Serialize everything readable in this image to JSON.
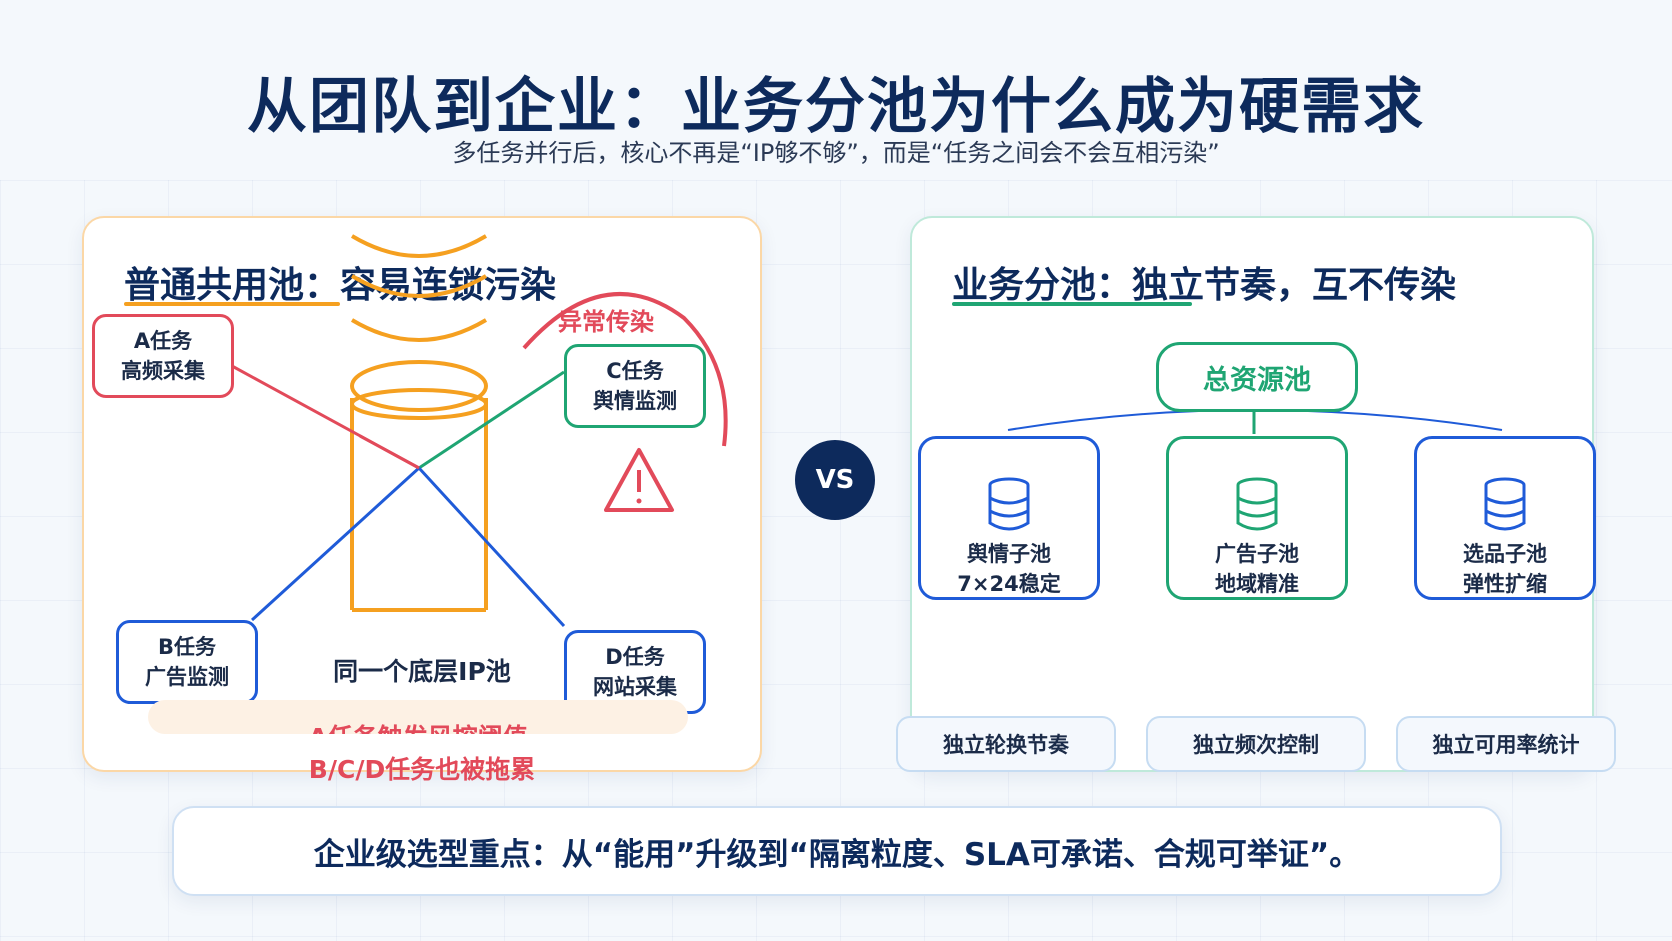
{
  "title": "从团队到企业：业务分池为什么成为硬需求",
  "subtitle": "多任务并行后，核心不再是“IP够不够”，而是“任务之间会不会互相污染”",
  "left_panel": {
    "heading": "普通共用池：容易连锁污染",
    "warning_label": "异常传染",
    "pool_label": "同一个底层IP池",
    "tasks": [
      {
        "name": "A任务",
        "desc": "高频采集"
      },
      {
        "name": "C任务",
        "desc": "舆情监测"
      },
      {
        "name": "B任务",
        "desc": "广告监测"
      },
      {
        "name": "D任务",
        "desc": "网站采集"
      }
    ],
    "footnote_1": "A任务触发风控阈值",
    "footnote_2": "B/C/D任务也被拖累"
  },
  "vs_label": "VS",
  "right_panel": {
    "heading": "业务分池：独立节奏，互不传染",
    "root": "总资源池",
    "subpools": [
      {
        "name": "舆情子池",
        "desc": "7×24稳定"
      },
      {
        "name": "广告子池",
        "desc": "地域精准"
      },
      {
        "name": "选品子池",
        "desc": "弹性扩缩"
      }
    ],
    "features": [
      "独立轮换节奏",
      "独立频次控制",
      "独立可用率统计"
    ]
  },
  "bottom_note": "企业级选型重点：从“能用”升级到“隔离粒度、SLA可承诺、合规可举证”。",
  "colors": {
    "navy": "#0d2a5c",
    "orange": "#f5a020",
    "red": "#e24a5a",
    "green": "#1fa573",
    "blue": "#1f5bd8"
  }
}
